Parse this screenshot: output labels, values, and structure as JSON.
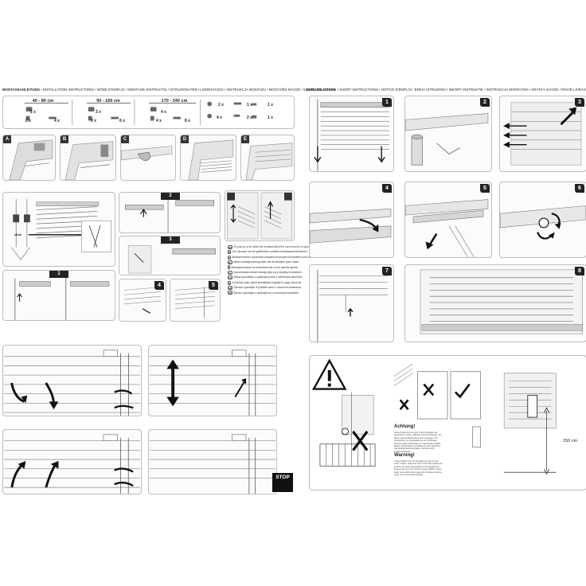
{
  "left_page": {
    "title_bold": "MONTAGEANLEITUNG",
    "title_rest": " / INSTALLATION INSTRUCTIONS / MODE D'EMPLOI / MONTAGE INSTRUCTIE / ISTRUZIONI PER IL MONTAGGIO / INSTRUKCJA MONTAŻU / MONTÁŽNÍ NÁVOD / SZERELÉSI LEÍRÁS",
    "size_ranges": [
      {
        "range": "40 - 80 cm",
        "q1": "2 x",
        "q2": "2 x",
        "q3": "4 x"
      },
      {
        "range": "90 - 160 cm",
        "q1": "3 x",
        "q2": "3 x",
        "q3": "6 x"
      },
      {
        "range": "170 - 240 cm",
        "q1": "4 x",
        "q2": "4 x",
        "q3": "8 x"
      }
    ],
    "parts": {
      "a": "2 x",
      "b": "1 x",
      "c": "1 x",
      "d": "4 x",
      "e": "2 x",
      "f": "1 x"
    },
    "letters": [
      "A",
      "B",
      "C",
      "D",
      "E"
    ],
    "steps": {
      "one": "1",
      "two": "2",
      "three": "3",
      "four": "4",
      "five": "5"
    },
    "click_label": "click",
    "languages": [
      {
        "code": "GB",
        "text": "To pull up or let down the venetian blind the cord must be in open position."
      },
      {
        "code": "D",
        "text": "Der Jalousie nur bei geöffneten Lamellen herablassen/aufziehen."
      },
      {
        "code": "F",
        "text": "Abaisser/relever la jalousie uniquement lorsque les lamelles sont ouvertes."
      },
      {
        "code": "NL",
        "text": "Alleen omlaag/omhoog laten als de lamellen open staan."
      },
      {
        "code": "I",
        "text": "Abbassare/alzare la veneziana solo con le lamelle aperte."
      },
      {
        "code": "PL",
        "text": "Opuszczać/podnosić żaluzję tylko przy otwartych lamelach."
      },
      {
        "code": "CZ",
        "text": "Žaluzii spouštějte a vytahujte pouze s otevřenými lamelami."
      },
      {
        "code": "H",
        "text": "A redőnyt csak nyitott lamellákkal engedje le vagy húzza fel."
      },
      {
        "code": "HR",
        "text": "Žaluzinu spuštajte ili podižite samo s otvorenim lamelama."
      },
      {
        "code": "SK",
        "text": "Žalúziu spúšťajte a vyťahujte iba s otvorenými lamelami."
      }
    ],
    "stop_label": "STOP"
  },
  "right_page": {
    "title_bold": "KURZANLEITUNG",
    "title_rest": " / SHORT INSTRUCTIONS / NOTICE D'EMPLOI / BREVI ISTRUZIONI / INKORT INSTRUKTIE / INSTRUKCJA SKRÓCONA / KRÁTKÝ NÁVOD / ROVID LEIRÁS",
    "panel_numbers": [
      "1",
      "2",
      "3",
      "4",
      "5",
      "6",
      "7",
      "8"
    ],
    "warning": {
      "head_de": "Achtung!",
      "text_de": "Kleine Kinder können sich in den Schlaufen der Zugschnüre, Ketten, Bänder und Innenschnüre, mit denen das Produkt bedient wird, verfangen. Zur Vermeidung von Strangulierung und Verfangen Schnüre außer Reichweite von Kleinkindern halten. Betten, Kinderbetten und Möbel von den Schnüren des Sichtschutzes fernhalten. Schnüre nicht zusammenknoten.",
      "head_en": "Warning!",
      "text_en": "Young children can be strangled by loops in pull cords, chains, tapes and inner cords that operate the product. To avoid strangulation and entanglement, keep cords out of the reach of young children. Move beds, cots and furniture away from window covering cords. Do not tie cords together.",
      "height_label": "150 cm"
    }
  }
}
